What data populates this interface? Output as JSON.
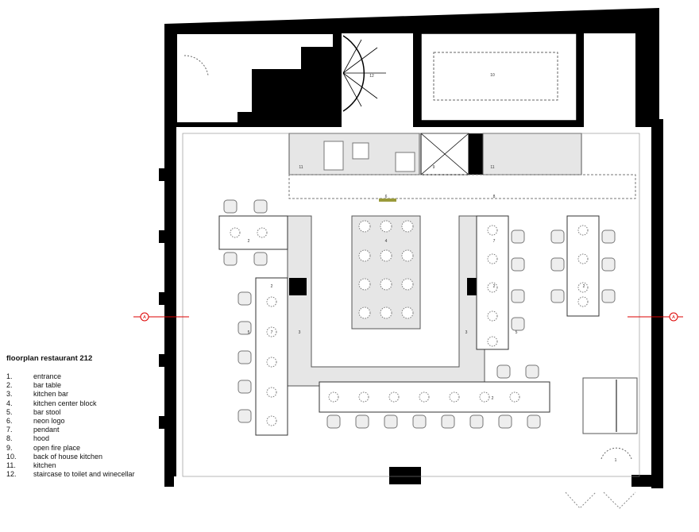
{
  "legend": {
    "title": "floorplan restaurant 212",
    "items": [
      {
        "num": "1.",
        "label": "entrance"
      },
      {
        "num": "2.",
        "label": "bar table"
      },
      {
        "num": "3.",
        "label": "kitchen bar"
      },
      {
        "num": "4.",
        "label": "kitchen center block"
      },
      {
        "num": "5.",
        "label": "bar stool"
      },
      {
        "num": "6.",
        "label": "neon logo"
      },
      {
        "num": "7.",
        "label": "pendant"
      },
      {
        "num": "8.",
        "label": "hood"
      },
      {
        "num": "9.",
        "label": "open fire place"
      },
      {
        "num": "10.",
        "label": "back of house kitchen"
      },
      {
        "num": "11.",
        "label": "kitchen"
      },
      {
        "num": "12.",
        "label": "staircase to toilet and winecellar"
      }
    ]
  },
  "plan_tags": {
    "entrance": "1",
    "bar_table": "2",
    "kitchen_bar": "3",
    "center_block": "4",
    "bar_stool": "5",
    "neon_logo": "6",
    "pendant": "7",
    "hood": "8",
    "fire_place": "9",
    "back_kitchen": "10",
    "kitchen": "11",
    "staircase": "12"
  },
  "section_marker": "A",
  "colors": {
    "wall": "#000000",
    "fill": "#e6e6e6",
    "section_line": "#dd0000"
  }
}
